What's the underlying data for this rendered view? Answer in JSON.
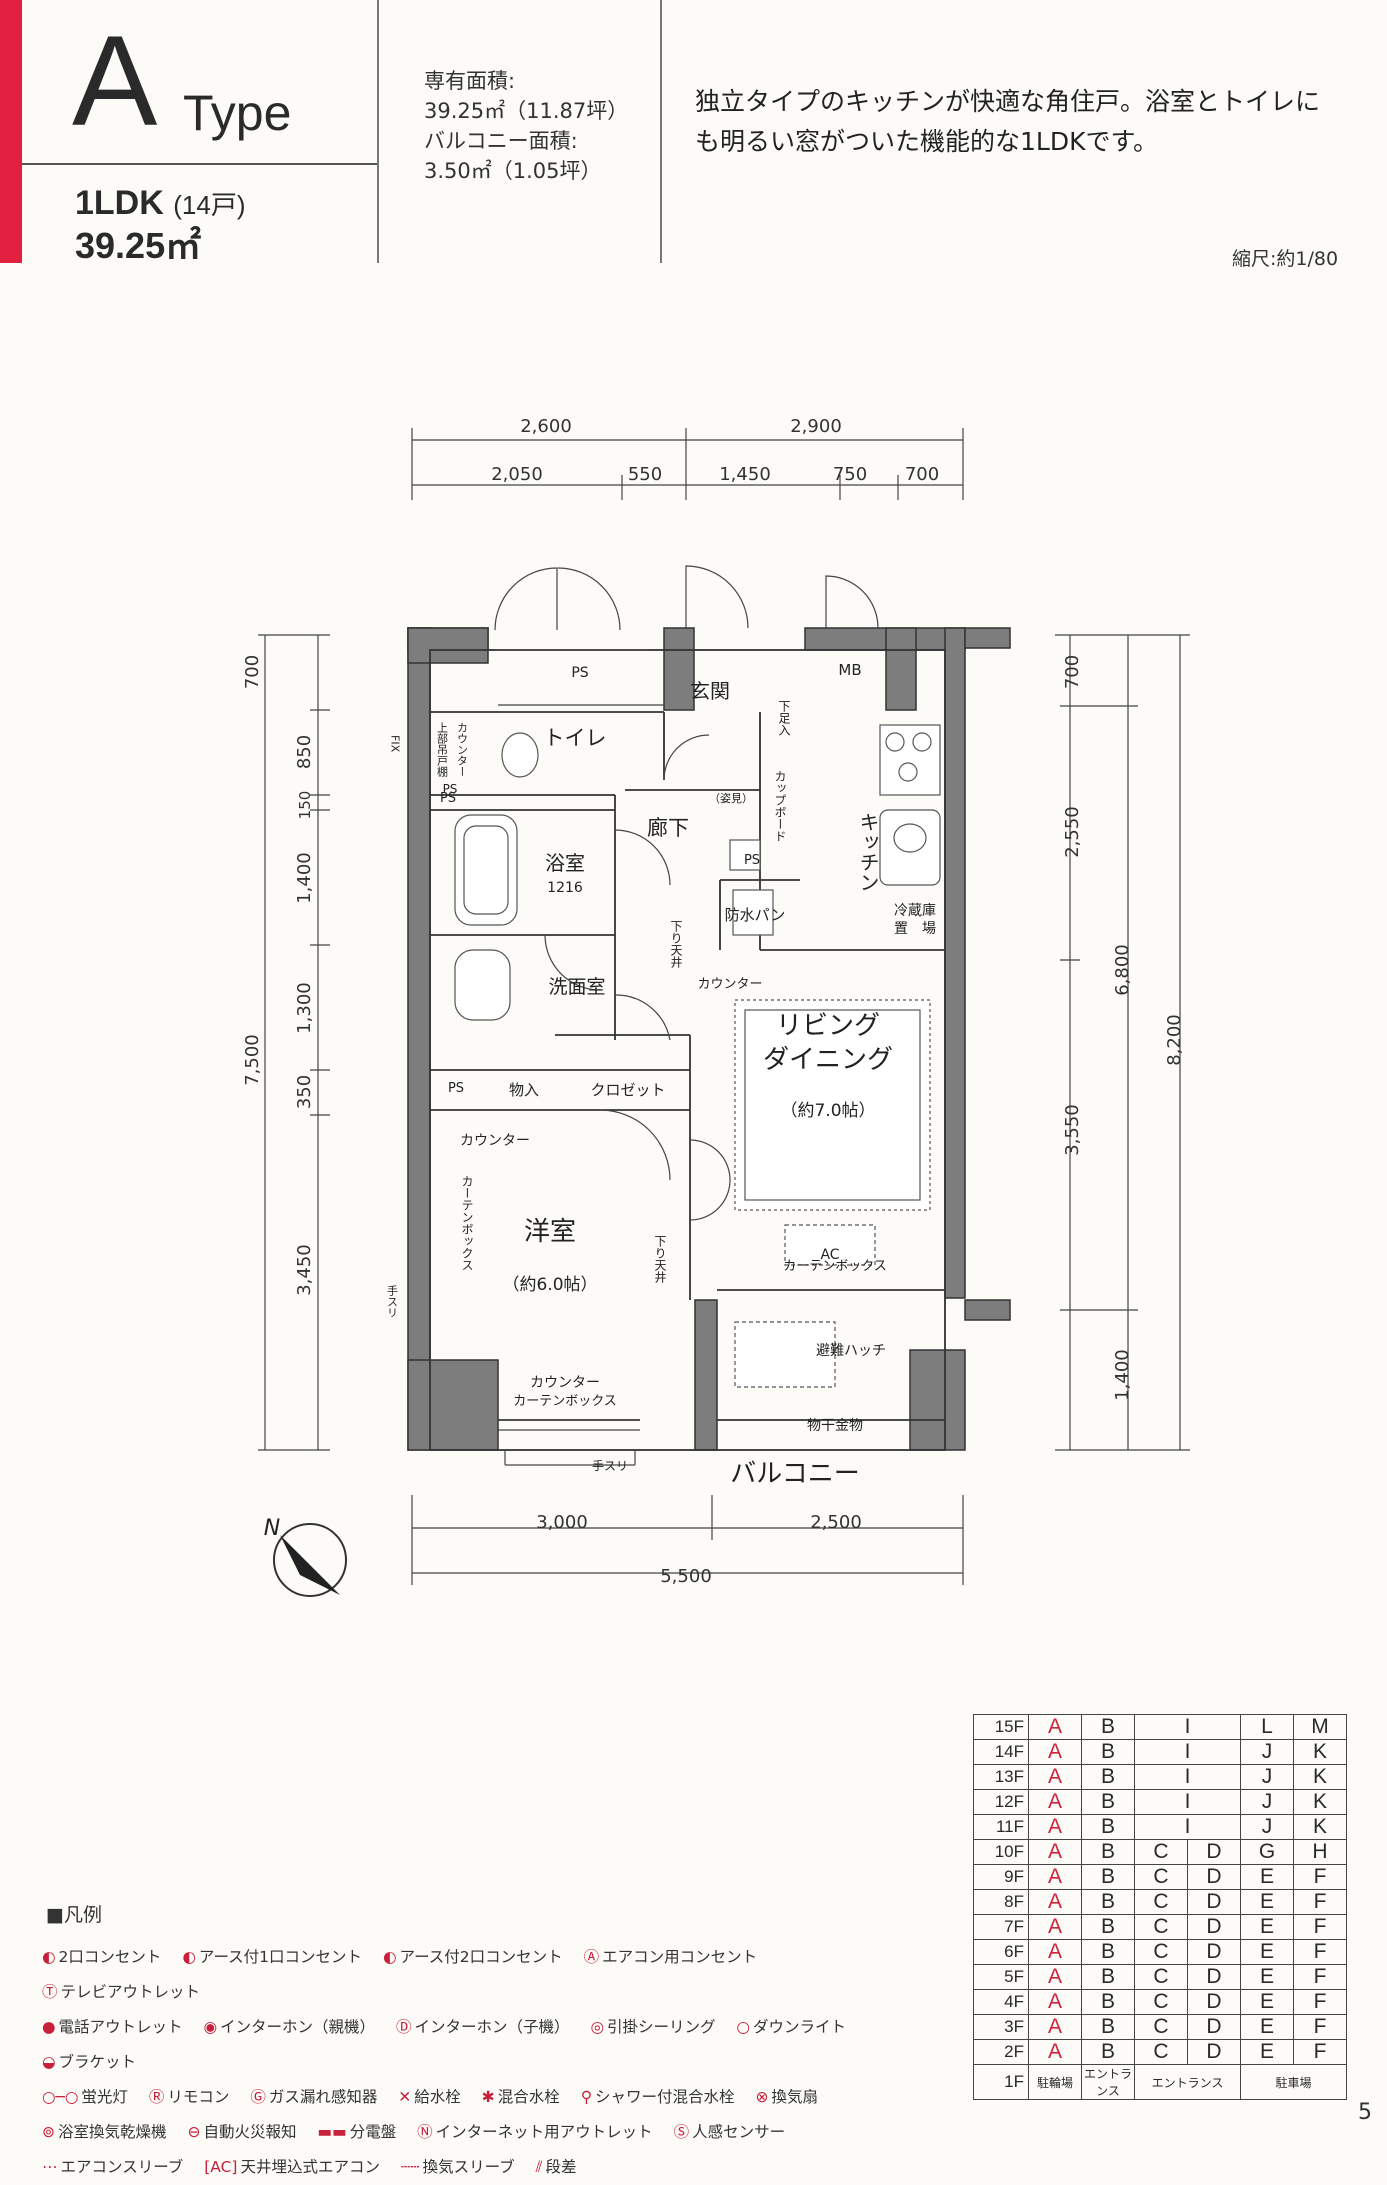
{
  "header": {
    "type_letter": "A",
    "type_word": "Type",
    "layout": "1LDK",
    "units": "(14戸)",
    "area": "39.25㎡"
  },
  "specs": {
    "exclusive_label": "専有面積:",
    "exclusive_value": "39.25㎡（11.87坪）",
    "balcony_label": "バルコニー面積:",
    "balcony_value": "3.50㎡（1.05坪）"
  },
  "description": {
    "line1": "独立タイプのキッチンが快適な角住戸。浴室とトイレに",
    "line2": "も明るい窓がついた機能的な1LDKです。"
  },
  "scale": "縮尺:約1/80",
  "plan": {
    "dims_top_upper": [
      "2,600",
      "2,900"
    ],
    "dims_top_lower": [
      "2,050",
      "550",
      "1,450",
      "750",
      "700"
    ],
    "dims_left": [
      "700",
      "850",
      "150",
      "1,400",
      "1,300",
      "350",
      "3,450"
    ],
    "dims_left_total": "7,500",
    "dims_right": [
      "700",
      "2,550",
      "3,550",
      "1,400"
    ],
    "dims_right_mid": "6,800",
    "dims_right_total": "8,200",
    "dims_bottom": [
      "3,000",
      "2,500"
    ],
    "dims_bottom_total": "5,500",
    "rooms": {
      "ps_top": "PS",
      "mb": "MB",
      "genkan": "玄関",
      "toilet": "トイレ",
      "rouka": "廊下",
      "kitchen": "キッチン",
      "bath": "浴室",
      "bath_size": "1216",
      "washroom": "洗面室",
      "living1": "リビング",
      "living2": "ダイニング",
      "living_size": "（約7.0帖）",
      "bedroom": "洋室",
      "bedroom_size": "（約6.0帖）",
      "closet": "クロゼット",
      "storage": "物入",
      "fridge1": "冷蔵庫",
      "fridge2": "置　場",
      "cupboard": "カップボード",
      "shoebox": "下足入",
      "bouhan": "防水パン",
      "ps_a": "PS",
      "ps_b": "PS",
      "ps_c": "PS",
      "ps_d": "PS",
      "counter1": "カウンター",
      "counter2": "カウンター",
      "counter3": "カウンター",
      "counter_toilet": "カウンター",
      "curtain1": "カーテンボックス",
      "curtain2": "カーテンボックス",
      "curtain3": "カーテンボックス",
      "sagari1": "下り天井",
      "sagari2": "下り天井",
      "hatch": "避難ハッチ",
      "ac": "AC",
      "monohoshi": "物干金物",
      "balcony": "バルコニー",
      "tesuri1": "手スリ",
      "tesuri2": "手スリ",
      "sugata": "（姿見）",
      "fix": "FIX",
      "top_toda": "上部吊戸棚",
      "north": "N"
    }
  },
  "legend": {
    "title": "■凡例",
    "items": [
      {
        "icon": "outlet-2-icon",
        "label": "2口コンセント"
      },
      {
        "icon": "outlet-earth-icon",
        "label": "アース付1口コンセント"
      },
      {
        "icon": "outlet-earth2-icon",
        "label": "アース付2口コンセント"
      },
      {
        "icon": "ac-outlet-icon",
        "label": "エアコン用コンセント"
      },
      {
        "icon": "tv-outlet-icon",
        "label": "テレビアウトレット"
      },
      {
        "icon": "phone-outlet-icon",
        "label": "電話アウトレット"
      },
      {
        "icon": "intercom-parent-icon",
        "label": "インターホン（親機）"
      },
      {
        "icon": "intercom-child-icon",
        "label": "インターホン（子機）"
      },
      {
        "icon": "ceiling-hook-icon",
        "label": "引掛シーリング"
      },
      {
        "icon": "downlight-icon",
        "label": "ダウンライト"
      },
      {
        "icon": "bracket-icon",
        "label": "ブラケット"
      },
      {
        "icon": "fluorescent-icon",
        "label": "蛍光灯"
      },
      {
        "icon": "remote-icon",
        "label": "リモコン"
      },
      {
        "icon": "gas-detector-icon",
        "label": "ガス漏れ感知器"
      },
      {
        "icon": "faucet-icon",
        "label": "給水栓"
      },
      {
        "icon": "mixer-faucet-icon",
        "label": "混合水栓"
      },
      {
        "icon": "shower-faucet-icon",
        "label": "シャワー付混合水栓"
      },
      {
        "icon": "vent-fan-icon",
        "label": "換気扇"
      },
      {
        "icon": "bath-dryer-icon",
        "label": "浴室換気乾燥機"
      },
      {
        "icon": "fire-alarm-icon",
        "label": "自動火災報知"
      },
      {
        "icon": "panel-icon",
        "label": "分電盤"
      },
      {
        "icon": "internet-outlet-icon",
        "label": "インターネット用アウトレット"
      },
      {
        "icon": "motion-sensor-icon",
        "label": "人感センサー"
      },
      {
        "icon": "ac-sleeve-icon",
        "label": "エアコンスリーブ"
      },
      {
        "icon": "ceiling-ac-icon",
        "label": "天井埋込式エアコン"
      },
      {
        "icon": "vent-sleeve-icon",
        "label": "換気スリーブ"
      },
      {
        "icon": "step-icon",
        "label": "段差"
      }
    ]
  },
  "floors": [
    {
      "floor": "15F",
      "units": [
        "A",
        "B",
        "I",
        "L",
        "M"
      ]
    },
    {
      "floor": "14F",
      "units": [
        "A",
        "B",
        "I",
        "J",
        "K"
      ]
    },
    {
      "floor": "13F",
      "units": [
        "A",
        "B",
        "I",
        "J",
        "K"
      ]
    },
    {
      "floor": "12F",
      "units": [
        "A",
        "B",
        "I",
        "J",
        "K"
      ]
    },
    {
      "floor": "11F",
      "units": [
        "A",
        "B",
        "I",
        "J",
        "K"
      ]
    },
    {
      "floor": "10F",
      "units": [
        "A",
        "B",
        "C",
        "D",
        "G",
        "H"
      ]
    },
    {
      "floor": "9F",
      "units": [
        "A",
        "B",
        "C",
        "D",
        "E",
        "F"
      ]
    },
    {
      "floor": "8F",
      "units": [
        "A",
        "B",
        "C",
        "D",
        "E",
        "F"
      ]
    },
    {
      "floor": "7F",
      "units": [
        "A",
        "B",
        "C",
        "D",
        "E",
        "F"
      ]
    },
    {
      "floor": "6F",
      "units": [
        "A",
        "B",
        "C",
        "D",
        "E",
        "F"
      ]
    },
    {
      "floor": "5F",
      "units": [
        "A",
        "B",
        "C",
        "D",
        "E",
        "F"
      ]
    },
    {
      "floor": "4F",
      "units": [
        "A",
        "B",
        "C",
        "D",
        "E",
        "F"
      ]
    },
    {
      "floor": "3F",
      "units": [
        "A",
        "B",
        "C",
        "D",
        "E",
        "F"
      ]
    },
    {
      "floor": "2F",
      "units": [
        "A",
        "B",
        "C",
        "D",
        "E",
        "F"
      ]
    },
    {
      "floor": "1F",
      "units": [
        "駐輪場",
        "エントランス",
        "エントランス",
        "駐車場"
      ]
    }
  ],
  "page_number": "5",
  "colors": {
    "accent": "#e11f3f",
    "highlight_unit": "#d0213a",
    "wall": "#7d7d7d"
  }
}
